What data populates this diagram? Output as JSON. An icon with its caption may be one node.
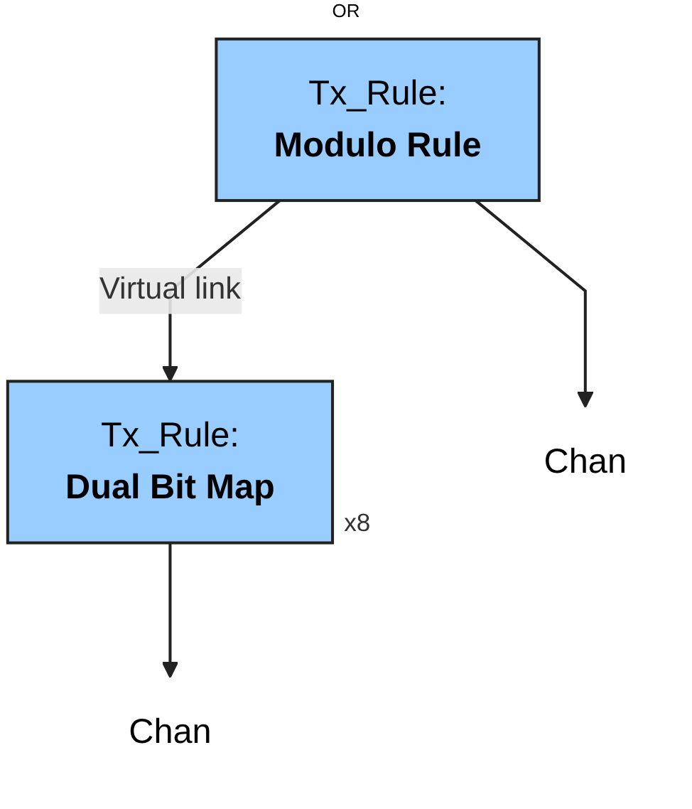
{
  "diagram": {
    "nodes": [
      {
        "text": [
          "Tx_Rule:",
          "Modulo Rule"
        ]
      },
      {
        "text": [
          "Tx_Rule:",
          "Dual Bit Map"
        ],
        "beside": [
          "x8"
        ]
      },
      {
        "text": [
          "Chan"
        ]
      },
      {
        "text": [
          "Chan"
        ]
      }
    ],
    "edges": [
      {
        "from": 0,
        "to": 2,
        "arrow": "to"
      },
      {
        "from": 0,
        "to": 1,
        "arrow": "to",
        "label": "Virtual link"
      },
      {
        "from": 1,
        "to": 3,
        "arrow": "to"
      }
    ],
    "labels": [
      "OR"
    ]
  }
}
